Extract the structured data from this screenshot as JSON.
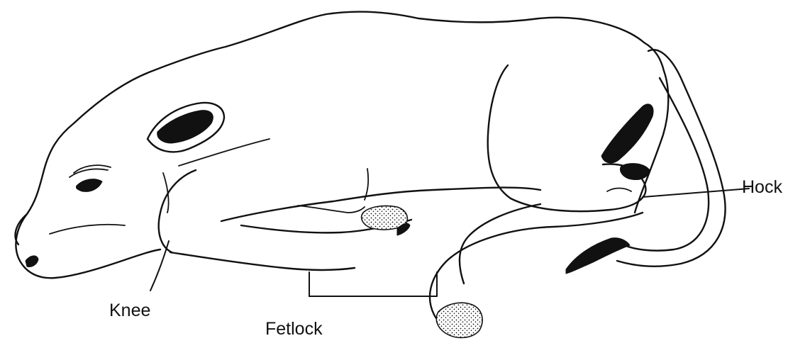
{
  "labels": {
    "knee": "Knee",
    "fetlock": "Fetlock",
    "hock": "Hock"
  }
}
